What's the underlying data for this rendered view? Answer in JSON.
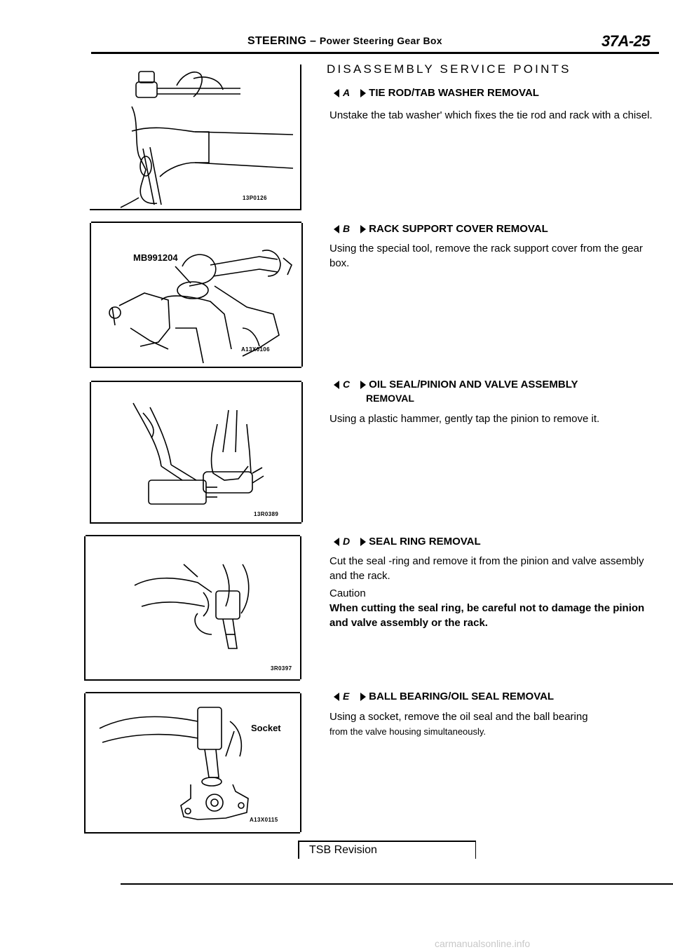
{
  "header": {
    "section": "STEERING",
    "dash": "–",
    "subsection": "Power Steering Gear Box",
    "page_number": "37A-25"
  },
  "title": "DISASSEMBLY SERVICE POINTS",
  "steps": [
    {
      "marker": "A",
      "heading": "TIE ROD/TAB WASHER REMOVAL",
      "body": "Unstake the tab washer' which fixes the tie rod and rack with a chisel."
    },
    {
      "marker": "B",
      "heading": "RACK SUPPORT COVER REMOVAL",
      "body": "Using the special tool, remove the rack support cover from the gear box."
    },
    {
      "marker": "C",
      "heading": "OIL SEAL/PINION AND VALVE ASSEMBLY",
      "heading2": "REMOVAL",
      "body": "Using a plastic hammer, gently tap the pinion to remove it."
    },
    {
      "marker": "D",
      "heading": "SEAL RING REMOVAL",
      "body": "Cut the seal -ring and remove it from the pinion and valve assembly and the rack.",
      "caution_label": "Caution",
      "caution": "When cutting the seal ring, be careful not to damage the pinion and valve assembly or the rack."
    },
    {
      "marker": "E",
      "heading": "BALL BEARING/OIL SEAL REMOVAL",
      "body": "Using a socket, remove the oil seal and the ball bearing",
      "body2": "from the valve housing simultaneously."
    }
  ],
  "figures": [
    {
      "code": "13P0126"
    },
    {
      "code": "A13X0106",
      "label": "MB991204"
    },
    {
      "code": "13R0389"
    },
    {
      "code": "3R0397"
    },
    {
      "code": "A13X0115",
      "label": "Socket"
    }
  ],
  "footer": {
    "tsb": "TSB Revision",
    "watermark": "carmanualsonline.info"
  }
}
